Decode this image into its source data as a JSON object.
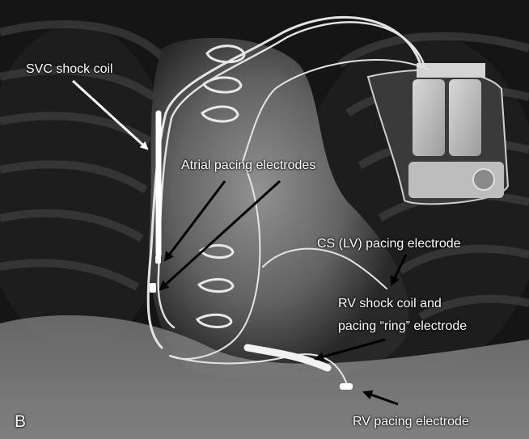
{
  "panel_letter": "B",
  "labels": {
    "svc_shock_coil": "SVC shock coil",
    "atrial_pacing": "Atrial pacing electrodes",
    "cs_pacing": "CS (LV) pacing electrode",
    "rv_shock_line1": "RV shock coil and",
    "rv_shock_line2": "pacing “ring” electrode",
    "rv_pacing": "RV pacing electrode"
  },
  "colors": {
    "background": "#0d0d0d",
    "annotation_text": "#ffffff",
    "arrow_white": "#ffffff",
    "arrow_black": "#000000"
  }
}
